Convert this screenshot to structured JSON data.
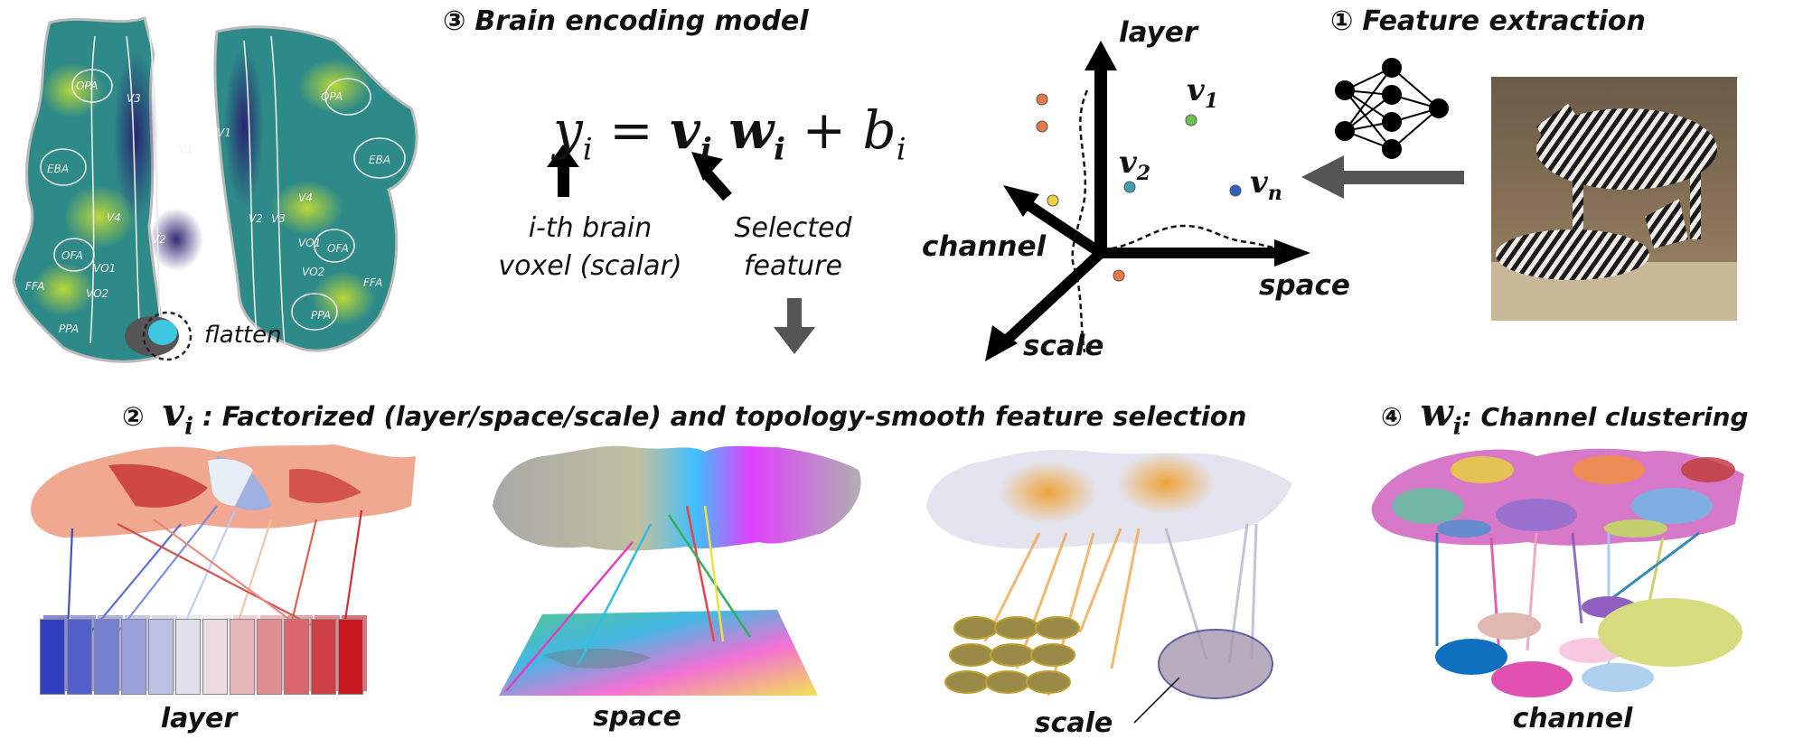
{
  "encoding": {
    "number": "③",
    "title": "Brain encoding model",
    "eq_y": "y",
    "eq_i": "i",
    "eq_equals": "=",
    "eq_v": "v",
    "eq_w": "w",
    "eq_plus": "+",
    "eq_b": "b",
    "note_voxel_line1": "i-th brain",
    "note_voxel_line2": "voxel (scalar)",
    "note_feature_line1": "Selected",
    "note_feature_line2": "feature"
  },
  "extraction": {
    "number": "①",
    "title": "Feature extraction"
  },
  "axes": {
    "layer": "layer",
    "channel": "channel",
    "space": "space",
    "scale": "scale",
    "v1_letter": "v",
    "v1_sub": "1",
    "v2_letter": "v",
    "v2_sub": "2",
    "vn_letter": "v",
    "vn_sub": "n"
  },
  "flatmap": {
    "flatten_label": "flatten",
    "rois_left": [
      "OPA",
      "EBA",
      "V3",
      "V1",
      "V4",
      "V2",
      "OFA",
      "VO1",
      "FFA",
      "VO2",
      "PPA"
    ],
    "rois_right": [
      "OPA",
      "V1",
      "EBA",
      "V4",
      "V2",
      "V3",
      "VO1",
      "OFA",
      "VO2",
      "FFA",
      "PPA"
    ]
  },
  "selection": {
    "number": "②",
    "v_letter": "v",
    "v_sub": "i",
    "title": ": Factorized (layer/space/scale) and topology-smooth feature selection"
  },
  "clustering": {
    "number": "④",
    "w_letter": "w",
    "w_sub": "i",
    "title": ": Channel clustering"
  },
  "bottom_labels": {
    "layer": "layer",
    "space": "space",
    "scale": "scale",
    "channel": "channel"
  },
  "colors": {
    "flatmap_base": "#2e8a88",
    "flatmap_hot": "#b8d830",
    "flatmap_cold": "#2a2378",
    "layer_blue": "#3040c0",
    "layer_red": "#c81820",
    "scale_orange": "#f0a040",
    "scatter_orange": "#e87848",
    "scatter_green": "#70c050",
    "scatter_teal": "#40a0b0",
    "scatter_blue": "#3060c0",
    "scatter_yellow": "#f0d040"
  }
}
